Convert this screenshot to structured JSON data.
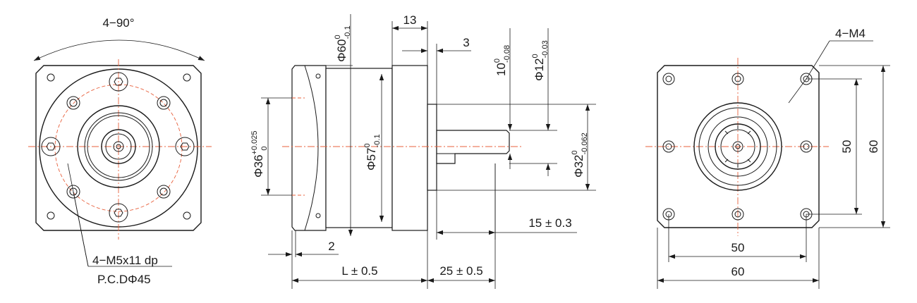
{
  "colors": {
    "line": "#1a1a1a",
    "centerline": "#e8603c",
    "background": "#ffffff"
  },
  "front_view": {
    "angle_label": "4−90°",
    "bolt_label": "4−M5x11 dp",
    "pcd_label": "P.C.DΦ45"
  },
  "side_view": {
    "flange_dia": {
      "main": "Φ60",
      "sup": "0",
      "sub": "-0.1"
    },
    "pilot_dia": {
      "main": "Φ57",
      "sup": "0",
      "sub": "-0.1"
    },
    "bore_dia": {
      "main": "Φ36",
      "sup": "+0.025",
      "sub": "0"
    },
    "shaft_dia": {
      "main": "Φ12",
      "sup": "0",
      "sub": "-0.03"
    },
    "key_height": {
      "main": "10",
      "sup": "0",
      "sub": "-0.08"
    },
    "spigot_dia": {
      "main": "Φ32",
      "sup": "0",
      "sub": "-0.062"
    },
    "dim_13": "13",
    "dim_3": "3",
    "dim_2": "2",
    "key_length": "15 ± 0.3",
    "body_length": "L ± 0.5",
    "shaft_length": "25 ± 0.5"
  },
  "rear_view": {
    "tap_label": "4−M4",
    "dim_50_v": "50",
    "dim_60_v": "60",
    "dim_50_h": "50",
    "dim_60_h": "60"
  }
}
